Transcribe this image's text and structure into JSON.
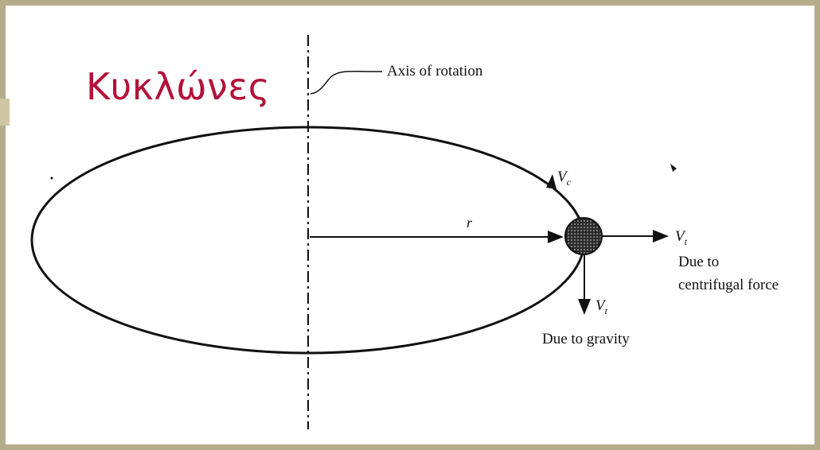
{
  "title": "Κυκλώνες",
  "labels": {
    "axis_of_rotation": "Axis of rotation",
    "radius": "r",
    "vc": {
      "letter": "V",
      "sub": "c"
    },
    "vt_right": {
      "letter": "V",
      "sub": "t"
    },
    "vt_down": {
      "letter": "V",
      "sub": "t"
    },
    "due_to_centrifugal_line1": "Due to",
    "due_to_centrifugal_line2": "centrifugal force",
    "due_to_gravity": "Due to gravity"
  },
  "colors": {
    "title": "#b3123a",
    "frame": "#b5ad8a",
    "ink": "#111111"
  }
}
